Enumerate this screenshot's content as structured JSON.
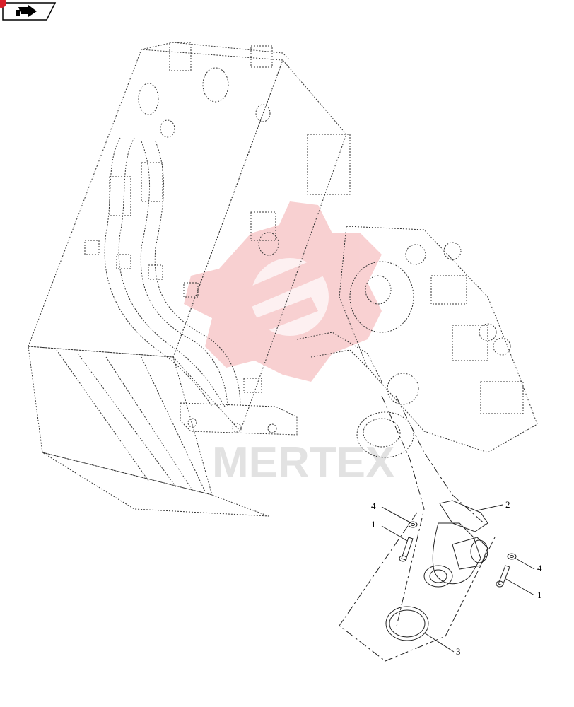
{
  "nav": {
    "icon": "arrow-nav-icon"
  },
  "watermark": {
    "text": "MERTEX",
    "color": "#e8585c"
  },
  "callouts": [
    {
      "id": "c4a",
      "label": "4"
    },
    {
      "id": "c1a",
      "label": "1"
    },
    {
      "id": "c2",
      "label": "2"
    },
    {
      "id": "c4b",
      "label": "4"
    },
    {
      "id": "c1b",
      "label": "1"
    },
    {
      "id": "c3",
      "label": "3"
    }
  ]
}
